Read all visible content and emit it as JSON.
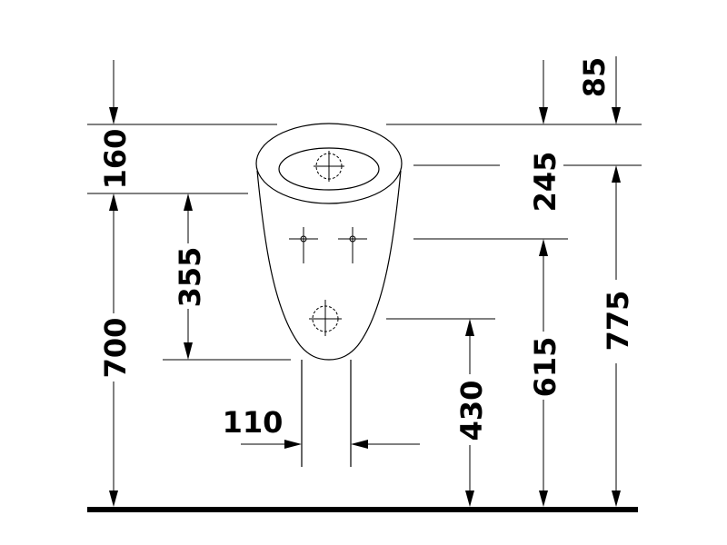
{
  "dimensions": {
    "top_offset": "160",
    "outlet_height": "355",
    "total_height": "700",
    "outlet_width": "110",
    "top_right_offset": "85",
    "inlet_offset": "245",
    "inlet_height": "615",
    "overall_height": "775",
    "drain_height": "430"
  },
  "colors": {
    "line": "#000000",
    "background": "#ffffff"
  }
}
